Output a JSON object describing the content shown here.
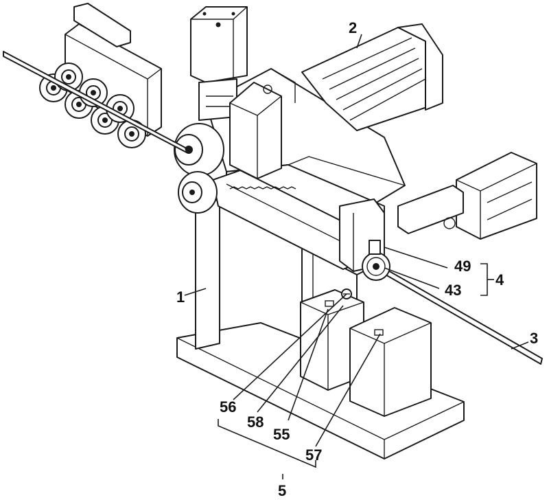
{
  "callouts": {
    "c1": "1",
    "c2": "2",
    "c3": "3",
    "c4": "4",
    "c5": "5",
    "c43": "43",
    "c49": "49",
    "c55": "55",
    "c56": "56",
    "c57": "57",
    "c58": "58"
  },
  "colors": {
    "line": "#1a1a1a",
    "background": "#ffffff"
  }
}
